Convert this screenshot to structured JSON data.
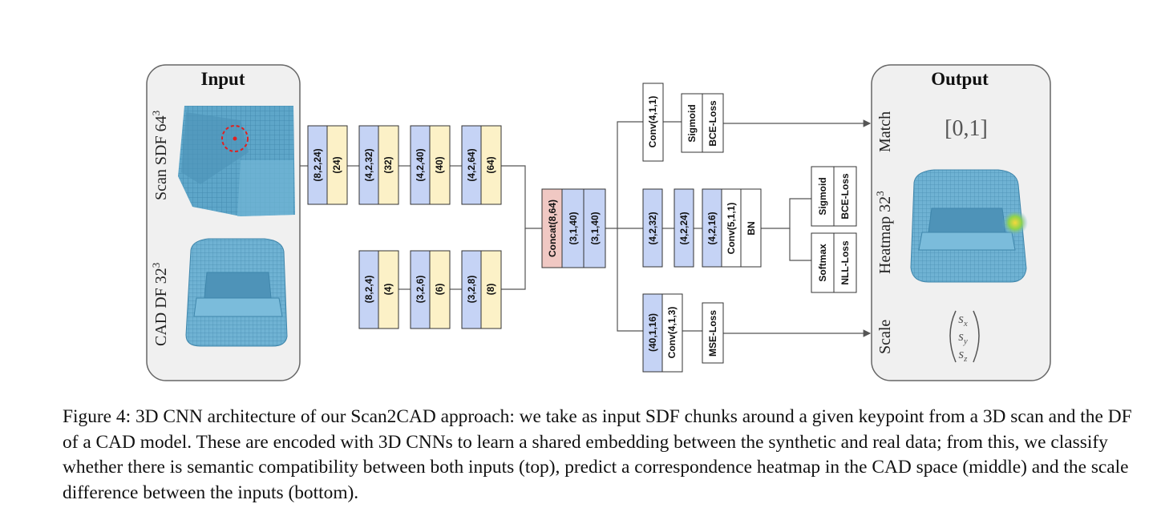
{
  "input_panel": {
    "title": "Input",
    "scan_label": "Scan SDF 64",
    "scan_exp": "3",
    "cad_label": "CAD DF 32",
    "cad_exp": "3"
  },
  "output_panel": {
    "title": "Output",
    "match_label": "Match",
    "match_value": "[0,1]",
    "heatmap_label": "Heatmap 32",
    "heatmap_exp": "3",
    "scale_label": "Scale",
    "scale_vector": [
      "s",
      "s",
      "s"
    ],
    "scale_subscripts": [
      "x",
      "y",
      "z"
    ]
  },
  "scan_branch": [
    {
      "conv": "(8,2,24)",
      "out": "(24)"
    },
    {
      "conv": "(4,2,32)",
      "out": "(32)"
    },
    {
      "conv": "(4,2,40)",
      "out": "(40)"
    },
    {
      "conv": "(4,2,64)",
      "out": "(64)"
    }
  ],
  "cad_branch": [
    {
      "conv": "(8,2,4)",
      "out": "(4)"
    },
    {
      "conv": "(3,2,6)",
      "out": "(6)"
    },
    {
      "conv": "(3,2,8)",
      "out": "(8)"
    }
  ],
  "merge": {
    "concat": "Concat(8,64)",
    "layers": [
      "(3,1,40)",
      "(3,1,40)"
    ]
  },
  "match_head": {
    "conv": "Conv(4,1,1)",
    "act": "Sigmoid",
    "loss": "BCE-Loss"
  },
  "heatmap_head": {
    "layers": [
      "(4,2,32)",
      "(4,2,24)",
      "(4,2,16)"
    ],
    "conv": "Conv(5,1,1)",
    "bn": "BN",
    "top": {
      "act": "Sigmoid",
      "loss": "BCE-Loss"
    },
    "bottom": {
      "act": "Softmax",
      "loss": "NLL-Loss"
    }
  },
  "scale_head": {
    "layer": "(40,1,16)",
    "conv": "Conv(4,1,3)",
    "loss": "MSE-Loss"
  },
  "colors": {
    "blue": "#c5d3f5",
    "yellow": "#fcf1c7",
    "red": "#f0c8c3",
    "panel": "#f0f0f0",
    "voxel": "#5ea6c9"
  },
  "caption": "Figure 4: 3D CNN architecture of our Scan2CAD approach: we take as input SDF chunks around a given keypoint from a 3D scan and the DF of a CAD model. These are encoded with 3D CNNs to learn a shared embedding between the synthetic and real data; from this, we classify whether there is semantic compatibility between both inputs (top), predict a correspondence heatmap in the CAD space (middle) and the scale difference between the inputs (bottom)."
}
